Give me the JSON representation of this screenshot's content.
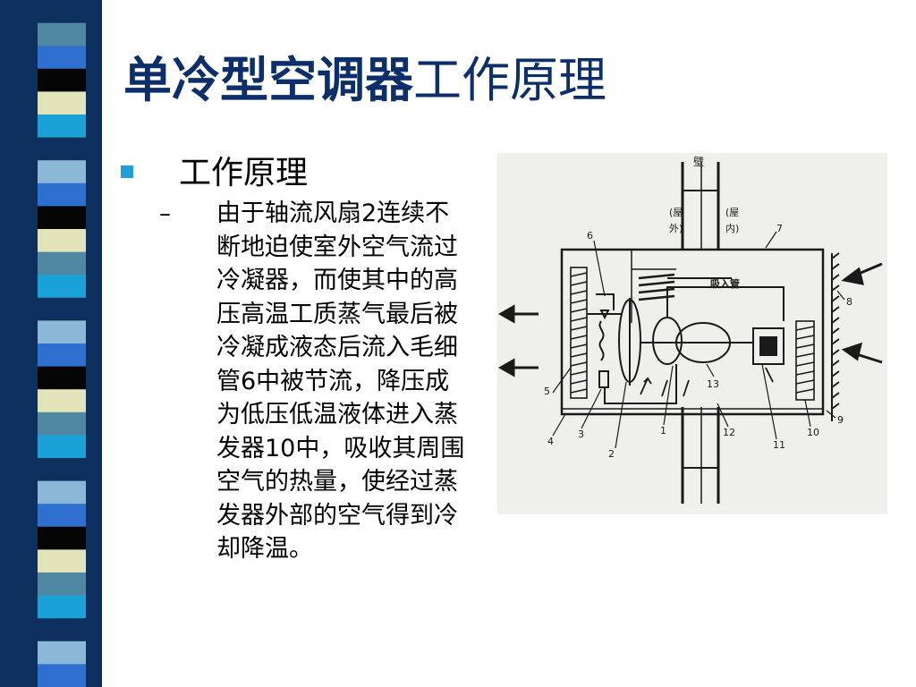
{
  "slide": {
    "title_bold": "单冷型空调器",
    "title_rest": "工作原理",
    "bullet_l1": "工作原理",
    "dash": "–",
    "body": "由于轴流风扇2连续不断地迫使室外空气流过冷凝器，而使其中的高压高温工质蒸气最后被冷凝成液态后流入毛细管6中被节流，降压成为低压低温液体进入蒸发器10中，吸收其周围空气的热量，使经过蒸发器外部的空气得到冷却降温。"
  },
  "diagram": {
    "wall_label": "壁",
    "outdoor_label_1": "(屋",
    "outdoor_label_2": "外)",
    "indoor_label_1": "(屋",
    "indoor_label_2": "内)",
    "suction_pipe_label": "吸入管",
    "num_1": "1",
    "num_2": "2",
    "num_3": "3",
    "num_4": "4",
    "num_5": "5",
    "num_6": "6",
    "num_7": "7",
    "num_8": "8",
    "num_9": "9",
    "num_10": "10",
    "num_11": "11",
    "num_12": "12",
    "num_13": "13"
  },
  "colors": {
    "title": "#0c2f6a",
    "bullet": "#1f9fd6",
    "stripe_navy": "#0d2f5e",
    "stripe_blue": "#2f6fd0",
    "stripe_cyan": "#1aa2d8",
    "stripe_black": "#050505",
    "stripe_cream": "#e2e3b8",
    "stripe_teal": "#4f88a0",
    "stripe_light": "#8bb8d6",
    "diagram_bg": "#efefec",
    "diagram_ink": "#1a1a1a"
  },
  "icons": {
    "bullet": "square-bullet-icon"
  }
}
